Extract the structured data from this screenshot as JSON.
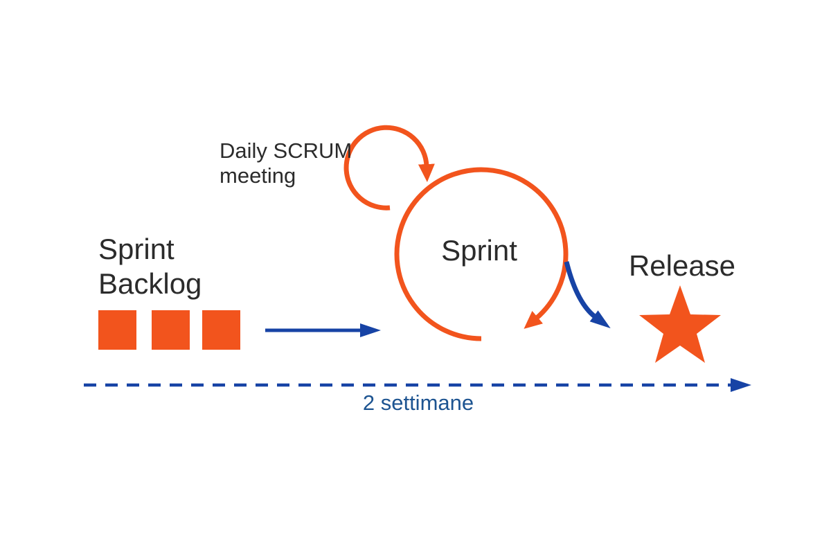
{
  "diagram": {
    "colors": {
      "orange": "#F2541D",
      "blue": "#1743A5",
      "text_dark": "#2B2B2B",
      "text_blue": "#1D5491"
    },
    "labels": {
      "sprint_backlog": "Sprint\nBacklog",
      "daily_scrum": "Daily SCRUM\nmeeting",
      "sprint": "Sprint",
      "release": "Release",
      "duration": "2 settimane"
    },
    "icons": {
      "backlog_item": "■",
      "release_star": "★",
      "sprint_cycle": "circular-arrow",
      "daily_scrum_loop": "circular-arrow",
      "timeline": "dashed-arrow"
    },
    "backlog_item_count": 3
  }
}
